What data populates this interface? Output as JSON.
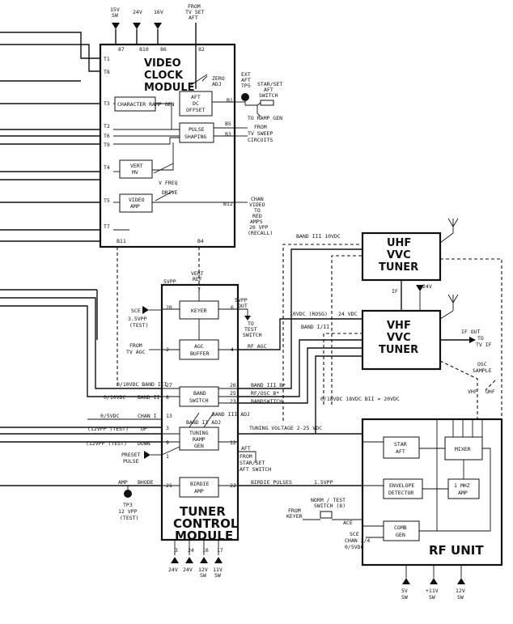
{
  "modules": {
    "video_clock": {
      "line1": "VIDEO",
      "line2": "CLOCK",
      "line3": "MODULE"
    },
    "tuner_control": {
      "line1": "TUNER",
      "line2": "CONTROL",
      "line3": "MODULE"
    },
    "uhf": {
      "line1": "UHF",
      "line2": "VVC",
      "line3": "TUNER"
    },
    "vhf": {
      "line1": "VHF",
      "line2": "VVC",
      "line3": "TUNER"
    },
    "rf_unit": {
      "label": "RF UNIT"
    }
  },
  "video_clock_blocks": {
    "character_ramp": "CHARACTER RAMP GEN",
    "aft_dc_offset_1": "AFT",
    "aft_dc_offset_2": "DC",
    "aft_dc_offset_3": "OFFSET",
    "pulse_shaping_1": "PULSE",
    "pulse_shaping_2": "SHAPING",
    "vert_mv_1": "VERT",
    "vert_mv_2": "MV",
    "video_amp_1": "VIDEO",
    "video_amp_2": "AMP"
  },
  "tuner_blocks": {
    "keyer": "KEYER",
    "agc_buffer_1": "AGC",
    "agc_buffer_2": "BUFFER",
    "band_switch_1": "BAND",
    "band_switch_2": "SWITCH",
    "tuning_ramp_1": "TUNING",
    "tuning_ramp_2": "RAMP",
    "tuning_ramp_3": "GEN",
    "birdie_amp_1": "BIRDIE",
    "birdie_amp_2": "AMP"
  },
  "rf_blocks": {
    "star_aft_1": "STAR",
    "star_aft_2": "AFT",
    "envelope_1": "ENVELOPE",
    "envelope_2": "DETECTOR",
    "mixer": "MIXER",
    "amp_1": "1 MHZ",
    "amp_2": "AMP",
    "comb_1": "COMB",
    "comb_2": "GEN"
  },
  "top_supplies": {
    "s1a": "15V",
    "s1b": "SW",
    "s2": "24V",
    "s3": "16V",
    "from_1": "FROM",
    "from_2": "TV SET",
    "from_3": "AFT"
  },
  "video_pins": {
    "p87": "87",
    "p810": "810",
    "p86": "86",
    "p82": "82",
    "t1": "T1",
    "t8": "T8",
    "t3": "T3",
    "t2": "T2",
    "t6": "T6",
    "t9": "T9",
    "t4": "T4",
    "t5": "T5",
    "t7": "T7",
    "b11": "B11",
    "b4": "B4",
    "b12": "B12",
    "b5": "B5",
    "b3": "B3",
    "b1": "B1"
  },
  "video_labels": {
    "zero_1": "ZERO",
    "zero_2": "ADJ",
    "ext_1": "EXT",
    "ext_2": "AFT",
    "ext_3": "TP5",
    "starset_1": "STAR/SET",
    "starset_2": "AFT",
    "starset_3": "SWITCH",
    "to_ramp": "TO RAMP GEN",
    "from_sweep_1": "FROM",
    "from_sweep_2": "TV SWEEP",
    "from_sweep_3": "CIRCUITS",
    "v_freq": "V FREQ",
    "drive": "DRIVE",
    "chan_1": "CHAN",
    "chan_2": "VIDEO",
    "chan_3": "TO",
    "chan_4": "RED",
    "chan_5": "AMPS",
    "chan_6": "20 VPP",
    "chan_7": "(RECALL)"
  },
  "tuner_labels": {
    "vert_1": "VERT",
    "vert_2": "REF",
    "vpp5": "5VPP",
    "sce_1": "SCE",
    "sce_2": "3.5VPP",
    "sce_3": "(TEST)",
    "out_1": "5VPP",
    "out_2": "OUT",
    "test_1": "TO",
    "test_2": "TEST",
    "test_3": "SWITCH",
    "from_agc_1": "FROM",
    "from_agc_2": "TV AGC",
    "rf_agc": "RF AGC",
    "band_iii_ovdc": "0/10VDC BAND III",
    "ovdc": "0/10VDC",
    "band_ii": "BAND II",
    "ovdc2": "0/5VDC",
    "chan_i": "CHAN I",
    "up_test": "(12VPP (TEST)",
    "up": "UP",
    "down_test": "(12VPP (TEST)",
    "down": "DOWN",
    "preset_1": "PRESET",
    "preset_2": "PULSE",
    "band_ii_adj": "BAND II ADJ",
    "band_iii_adj": "BAND III ADJ",
    "amp_lbl": "AMP",
    "bhode": "BHODE",
    "tp3_1": "TP3",
    "tp3_2": "12 VPP",
    "tp3_3": "(TEST)",
    "from_star_1": "FROM",
    "from_star_2": "STAR/SET",
    "from_star_3": "AFT SWITCH",
    "aft": "AFT",
    "band_iii_out": "BAND III B*",
    "rfosc": "RF/OSC B*",
    "bandswitch": "BANDSWITCH",
    "tuning_voltage": "TUNING VOLTAGE    2-25 VDC",
    "birdie_pulses": "BIRDIE PULSES",
    "vpp15": "1.5VPP",
    "band_iii_top": "BAND III 10VDC",
    "iovdc": "10VDC (ROSG)",
    "vdc24": "24 VDC",
    "band_iii_mid": "BAND I/II",
    "bottom_band": "0/18VDC 18VDC    BII = 20VDC"
  },
  "tuner_pins": {
    "p7": "7",
    "p20": "20",
    "p6": "6",
    "p2": "2",
    "p4": "4",
    "p27": "27",
    "p26": "26",
    "p8": "8",
    "p25": "25",
    "p23": "23",
    "p13": "13",
    "p3": "3",
    "p9": "9",
    "p12": "12",
    "p1": "1",
    "p21": "21",
    "p22": "22",
    "pb3": "3",
    "pb24": "24",
    "pb16": "16",
    "pb17": "17"
  },
  "tuner_supplies": {
    "s1": "24V",
    "s2": "24V",
    "s3a": "12V",
    "s3b": "SW",
    "s4a": "11V",
    "s4b": "SW"
  },
  "rf_labels": {
    "if": "IF",
    "v24": "24V",
    "if_out_1": "IF OUT",
    "if_out_2": "TO",
    "if_out_3": "TV IF",
    "osc_1": "OSC",
    "osc_2": "SAMPLE",
    "vhf": "VHF",
    "uhf": "UHF",
    "from_keyer_1": "FROM",
    "from_keyer_2": "KEYER",
    "norm_1": "NORM / TEST",
    "norm_2": "SWITCH (8)",
    "norm_3": "ACE",
    "sce_1": "SCE",
    "sce_2": "CHAN 3/4",
    "sce_3": "0/5VDC"
  },
  "rf_supplies": {
    "s1a": "5V",
    "s1b": "SW",
    "s2a": "+11V",
    "s2b": "SW",
    "s3a": "12V",
    "s3b": "SW"
  }
}
